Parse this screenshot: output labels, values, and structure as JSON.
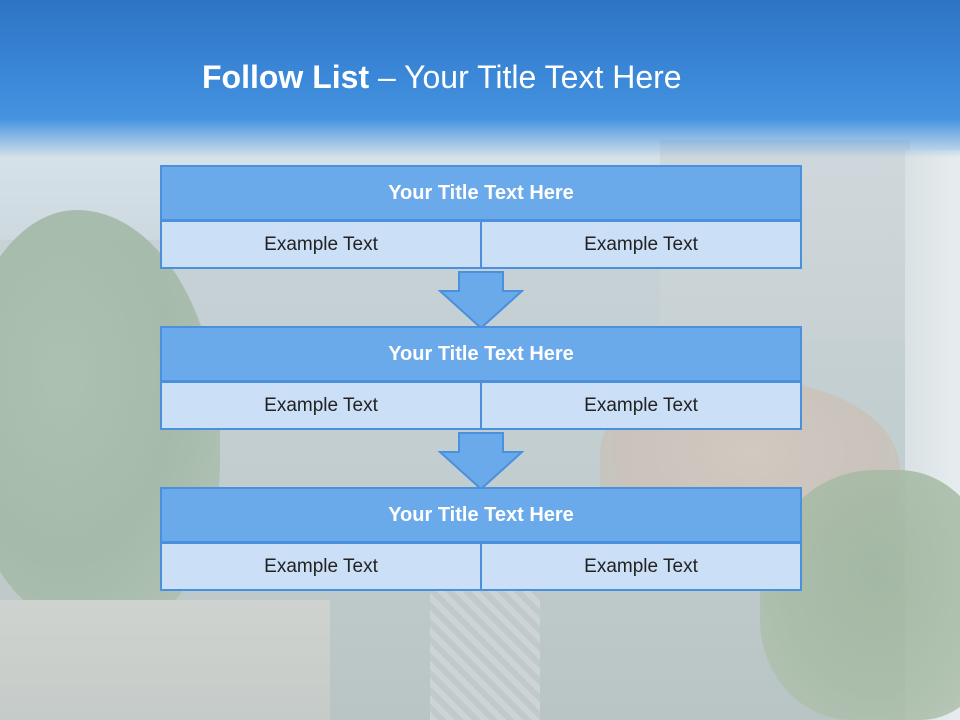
{
  "slide": {
    "title_bold": "Follow List",
    "title_rest": " – Your Title Text Here"
  },
  "steps": [
    {
      "title": "Your Title Text Here",
      "left": "Example Text",
      "right": "Example Text"
    },
    {
      "title": "Your Title Text Here",
      "left": "Example Text",
      "right": "Example Text"
    },
    {
      "title": "Your Title Text Here",
      "left": "Example Text",
      "right": "Example Text"
    }
  ],
  "colors": {
    "header_blue": "#3a86d7",
    "block_header": "#6aa9ea",
    "block_border": "#4a90dd",
    "cell_fill": "#cbdff6",
    "arrow_fill": "#6aa9ea"
  },
  "icons": [
    "down-arrow-icon"
  ]
}
